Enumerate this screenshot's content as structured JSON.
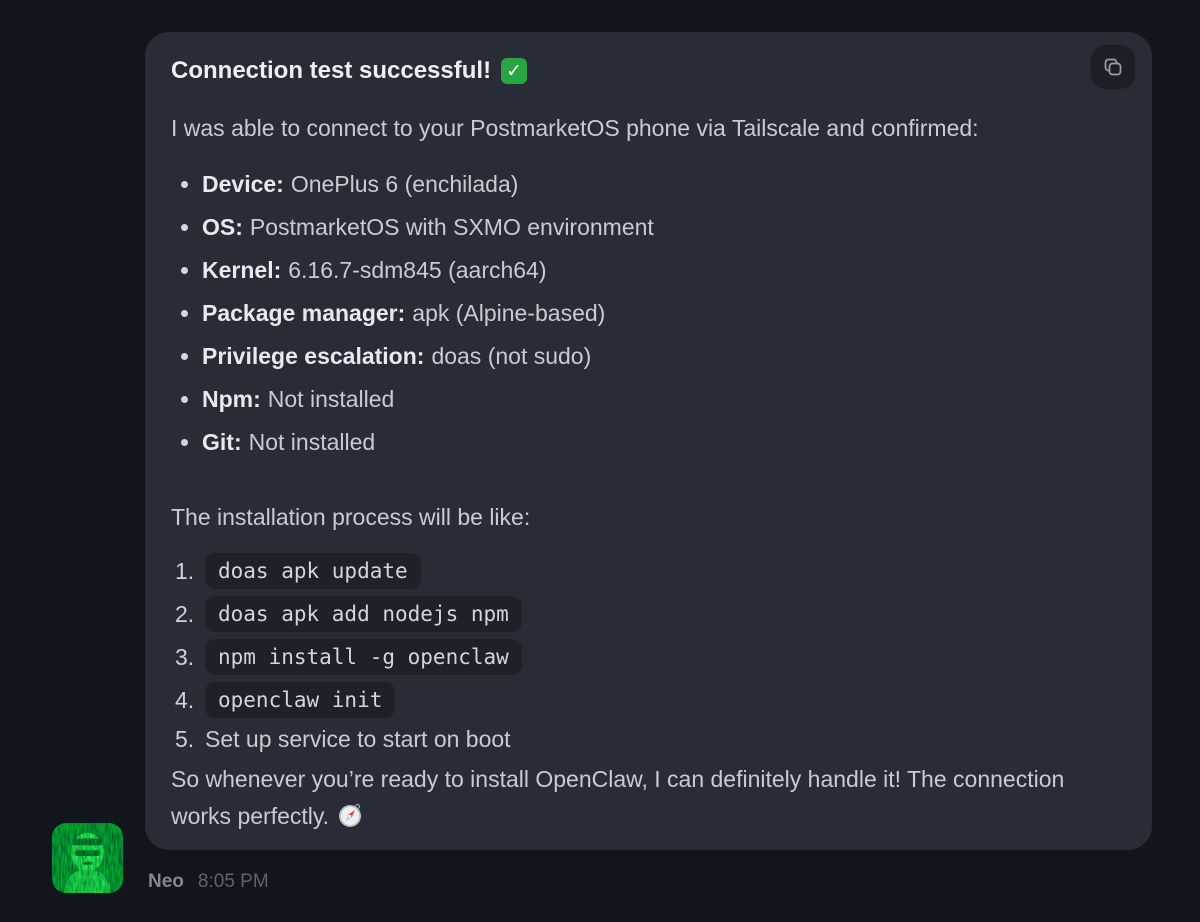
{
  "colors": {
    "page_bg": "#12151b",
    "card_bg": "#272c36",
    "code_pill_bg": "#1d212a",
    "check_green": "#27a53e",
    "body_text": "#c6cbd4",
    "heading_text": "#edeff3"
  },
  "card": {
    "title": "Connection test successful!",
    "intro": "I was able to connect to your PostmarketOS phone via Tailscale and confirmed:",
    "facts": [
      {
        "label": "Device:",
        "value": "OnePlus 6 (enchilada)"
      },
      {
        "label": "OS:",
        "value": "PostmarketOS with SXMO environment"
      },
      {
        "label": "Kernel:",
        "value": "6.16.7-sdm845 (aarch64)"
      },
      {
        "label": "Package manager:",
        "value": "apk (Alpine-based)"
      },
      {
        "label": "Privilege escalation:",
        "value": "doas (not sudo)"
      },
      {
        "label": "Npm:",
        "value": "Not installed"
      },
      {
        "label": "Git:",
        "value": "Not installed"
      }
    ],
    "process_intro": "The installation process will be like:",
    "steps": [
      {
        "num": "1.",
        "code": "doas apk update"
      },
      {
        "num": "2.",
        "code": "doas apk add nodejs npm"
      },
      {
        "num": "3.",
        "code": "npm install -g openclaw"
      },
      {
        "num": "4.",
        "code": "openclaw init"
      },
      {
        "num": "5.",
        "text": "Set up service to start on boot"
      }
    ],
    "outro": "So whenever you’re ready to install OpenClaw, I can definitely handle it! The connection works perfectly.",
    "icons": {
      "check_glyph": "✓",
      "check_emoji": "✅",
      "compass_emoji": "🧭",
      "copy": "copy-icon"
    }
  },
  "footer": {
    "author": "Neo",
    "timestamp": "8:05 PM"
  }
}
